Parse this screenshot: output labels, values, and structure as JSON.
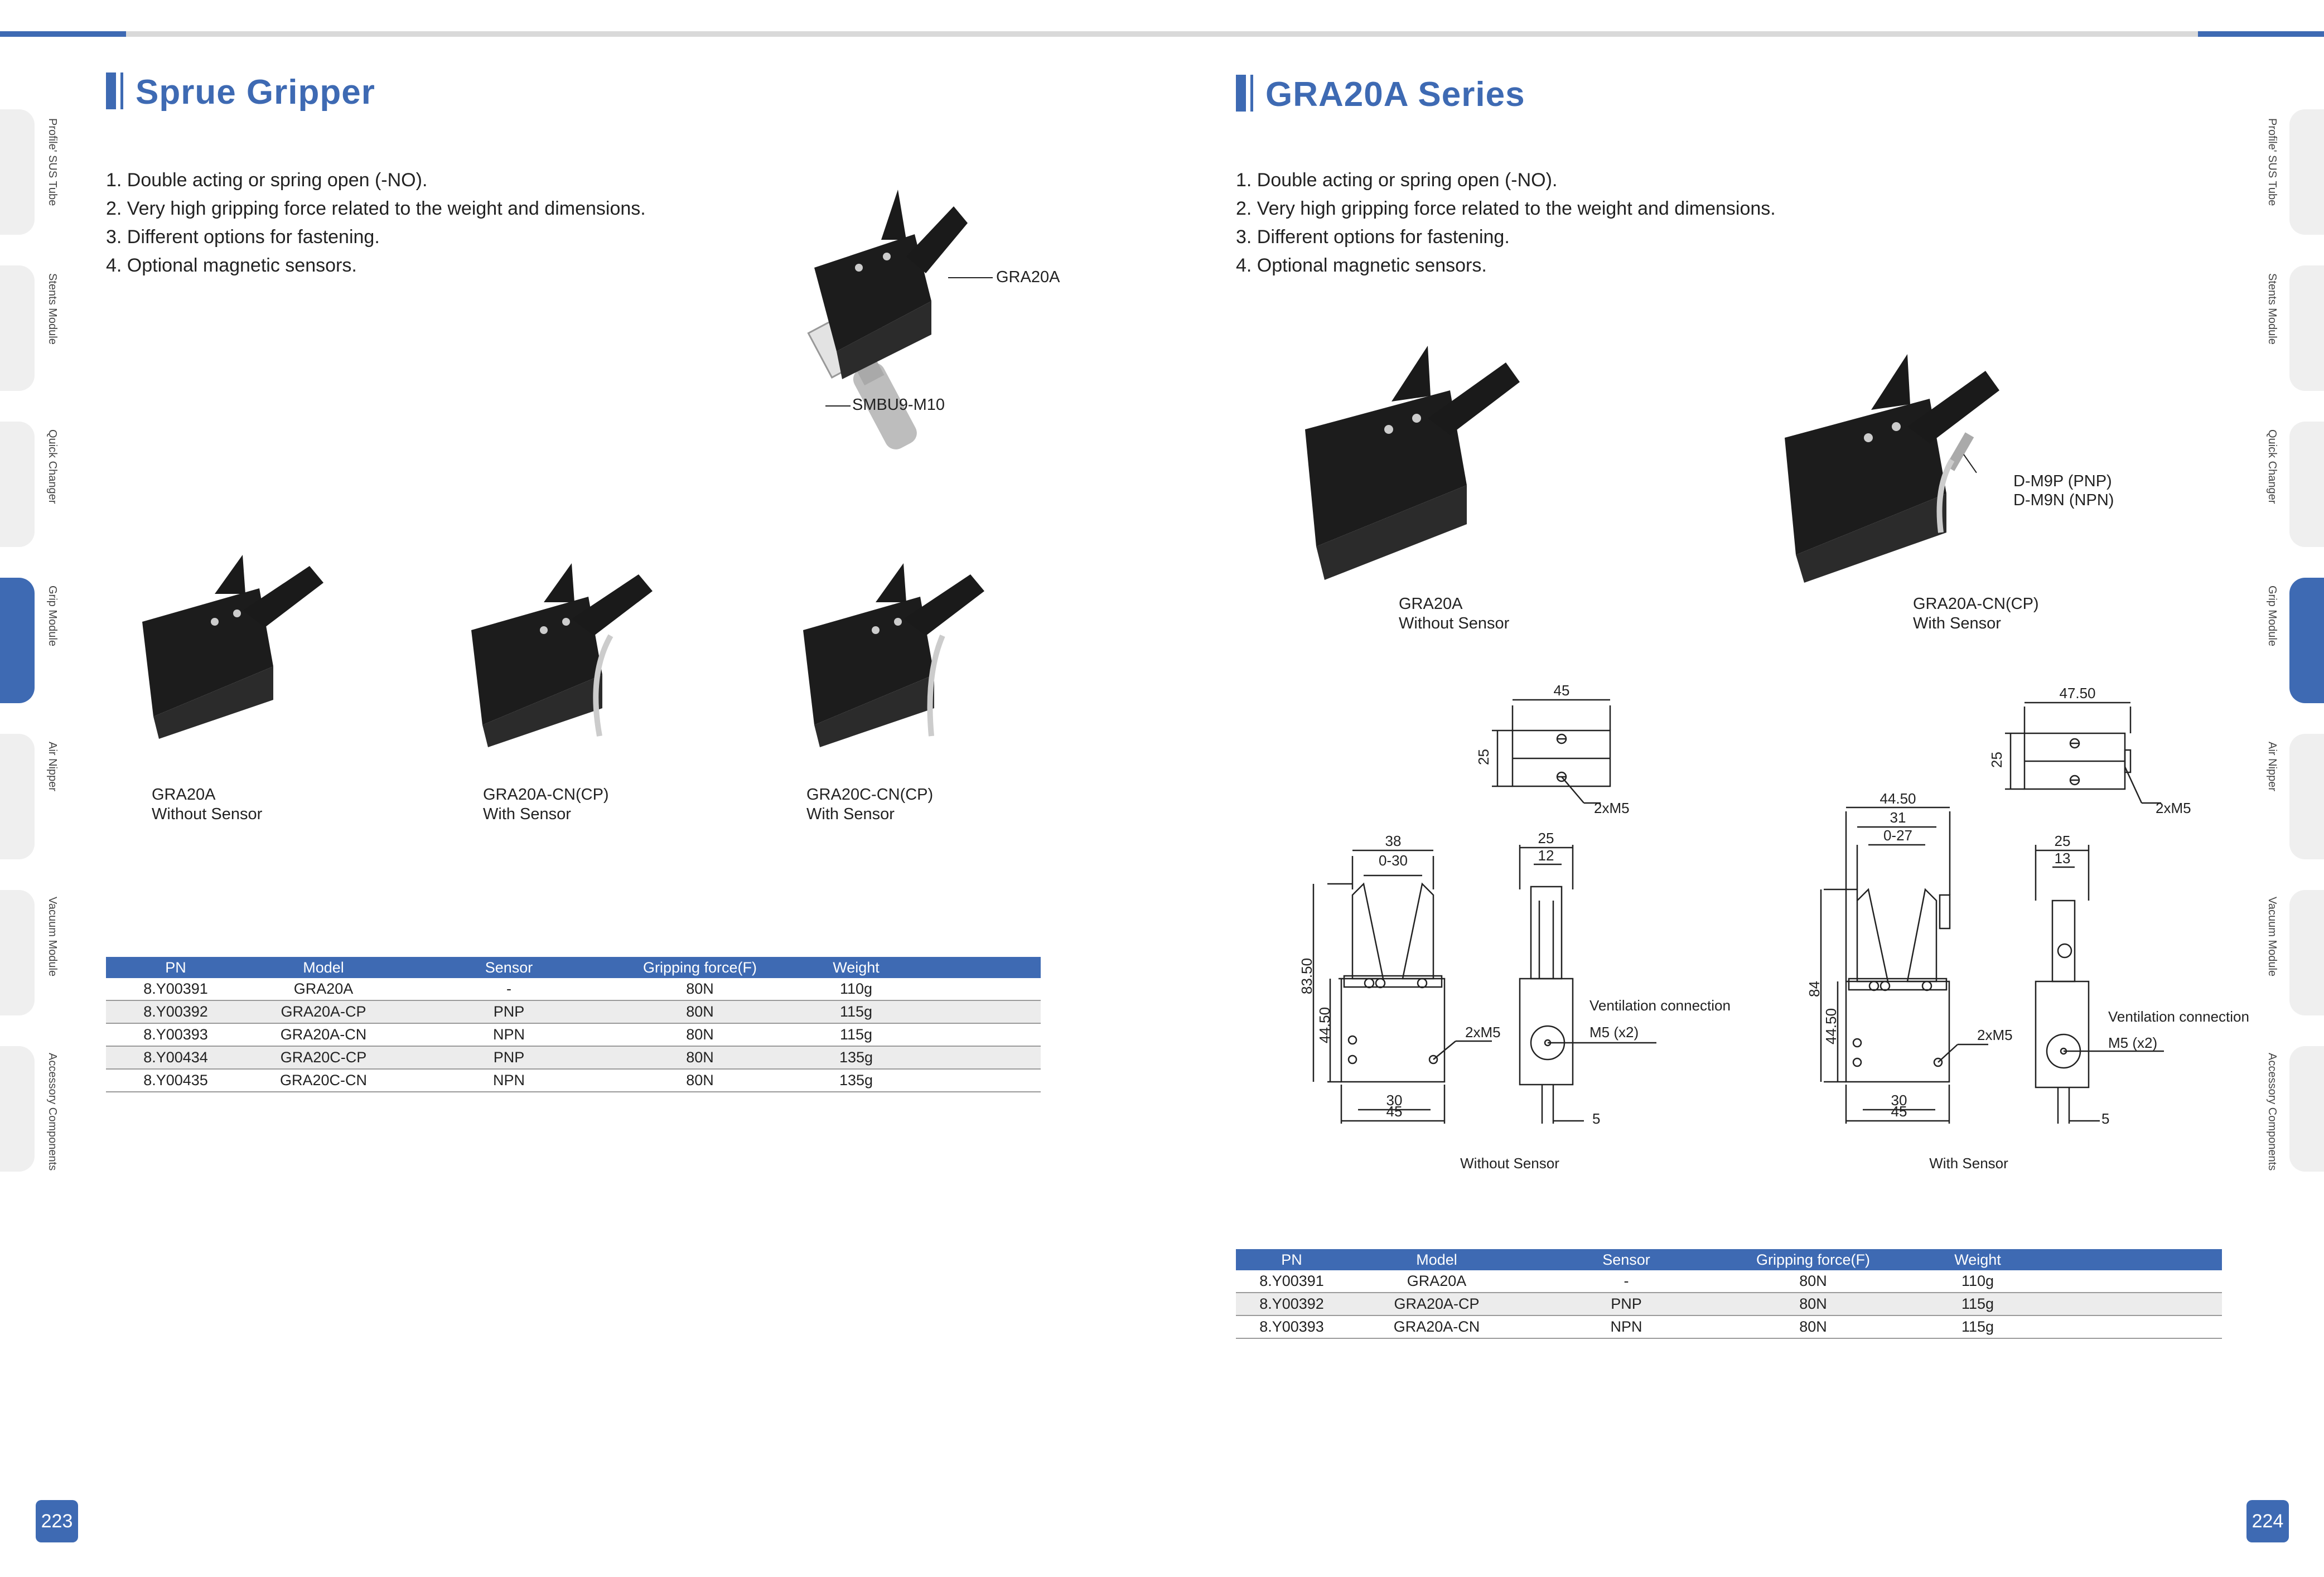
{
  "left": {
    "title": "Sprue Gripper",
    "features": [
      "1. Double acting or spring open (-NO).",
      "2. Very high gripping force related to the weight and dimensions.",
      "3. Different options for fastening.",
      "4. Optional magnetic sensors."
    ],
    "hero_callouts": {
      "gripper": "GRA20A",
      "holder": "SMBU9-M10"
    },
    "products": [
      {
        "model": "GRA20A",
        "desc": "Without Sensor"
      },
      {
        "model": "GRA20A-CN(CP)",
        "desc": "With Sensor"
      },
      {
        "model": "GRA20C-CN(CP)",
        "desc": "With Sensor"
      }
    ],
    "table": {
      "headers": [
        "PN",
        "Model",
        "Sensor",
        "Gripping force(F)",
        "Weight"
      ],
      "rows": [
        [
          "8.Y00391",
          "GRA20A",
          "-",
          "80N",
          "110g"
        ],
        [
          "8.Y00392",
          "GRA20A-CP",
          "PNP",
          "80N",
          "115g"
        ],
        [
          "8.Y00393",
          "GRA20A-CN",
          "NPN",
          "80N",
          "115g"
        ],
        [
          "8.Y00434",
          "GRA20C-CP",
          "PNP",
          "80N",
          "135g"
        ],
        [
          "8.Y00435",
          "GRA20C-CN",
          "NPN",
          "80N",
          "135g"
        ]
      ]
    },
    "page_number": "223"
  },
  "right": {
    "title": "GRA20A Series",
    "features": [
      "1. Double acting or spring open (-NO).",
      "2. Very high gripping force related to the weight and dimensions.",
      "3. Different options for fastening.",
      "4. Optional magnetic sensors."
    ],
    "products": [
      {
        "model": "GRA20A",
        "desc": "Without Sensor"
      },
      {
        "model": "GRA20A-CN(CP)",
        "desc": "With Sensor"
      }
    ],
    "sensor_callout": [
      "D-M9P (PNP)",
      "D-M9N (NPN)"
    ],
    "drawings": {
      "without": {
        "caption": "Without Sensor",
        "dims": {
          "top_w": "45",
          "top_h": "25",
          "top_port": "2xM5",
          "w38": "38",
          "stroke": "0-30",
          "h_total": "83.50",
          "h_body": "44.50",
          "b30": "30",
          "b45": "45",
          "side_port": "2xM5",
          "s25": "25",
          "s12": "12",
          "s5": "5",
          "vent1": "Ventilation connection",
          "vent2": "M5 (x2)"
        }
      },
      "with": {
        "caption": "With Sensor",
        "dims": {
          "top_w": "47.50",
          "top_h": "25",
          "top_port": "2xM5",
          "w4450": "44.50",
          "w31": "31",
          "stroke": "0-27",
          "h_total": "84",
          "h_body": "44.50",
          "b30": "30",
          "b45": "45",
          "side_port": "2xM5",
          "s25": "25",
          "s13": "13",
          "s5": "5",
          "vent1": "Ventilation connection",
          "vent2": "M5 (x2)"
        }
      }
    },
    "table": {
      "headers": [
        "PN",
        "Model",
        "Sensor",
        "Gripping force(F)",
        "Weight"
      ],
      "rows": [
        [
          "8.Y00391",
          "GRA20A",
          "-",
          "80N",
          "110g"
        ],
        [
          "8.Y00392",
          "GRA20A-CP",
          "PNP",
          "80N",
          "115g"
        ],
        [
          "8.Y00393",
          "GRA20A-CN",
          "NPN",
          "80N",
          "115g"
        ]
      ]
    },
    "page_number": "224"
  },
  "side_tabs": [
    "Profile' SUS Tube",
    "Stents Module",
    "Quick Changer",
    "Grip Module",
    "Air Nipper",
    "Vacuum Module",
    "Accessory Components"
  ],
  "colors": {
    "accent": "#3e6ab3",
    "bar": "#d9d9d9",
    "row_alt": "#ececec"
  }
}
